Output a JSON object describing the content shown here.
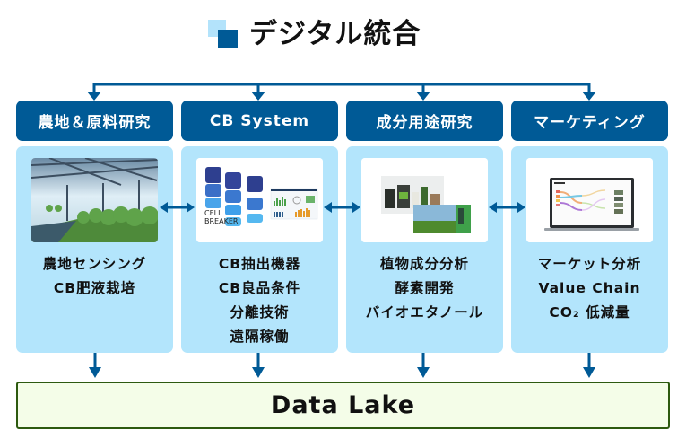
{
  "title": {
    "icon": "stacked-squares-icon",
    "text": "デジタル統合"
  },
  "columns": [
    {
      "header": "農地＆原料研究",
      "image": "greenhouse-photo",
      "lines": [
        "農地センシング",
        "CB肥液栽培"
      ]
    },
    {
      "header": "CB System",
      "image": "cellbreaker-logo-dashboard",
      "image_text": [
        "CELL",
        "BREAKER"
      ],
      "lines": [
        "CB抽出機器",
        "CB良品条件",
        "分離技術",
        "遠隔稼働"
      ]
    },
    {
      "header": "成分用途研究",
      "image": "products-and-bio-fuel-photo",
      "lines": [
        "植物成分分析",
        "酵素開発",
        "バイオエタノール"
      ]
    },
    {
      "header": "マーケティング",
      "image": "laptop-sankey-dashboard",
      "lines": [
        "マーケット分析",
        "Value Chain",
        "CO₂ 低減量"
      ]
    }
  ],
  "datalake": {
    "label": "Data Lake"
  },
  "colors": {
    "header_bg": "#005a96",
    "body_bg": "#b3e5fc",
    "arrow": "#005a96",
    "datalake_bg": "#f4fde8",
    "datalake_border": "#2d5a0f",
    "title_icon_light": "#b3e3fb",
    "title_icon_dark": "#005a96"
  }
}
